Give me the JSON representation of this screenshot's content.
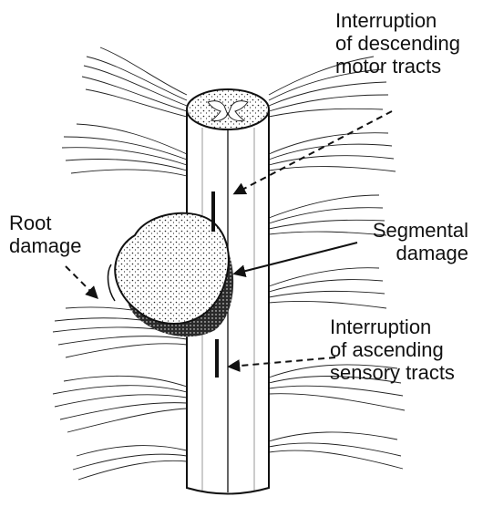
{
  "labels": {
    "descending": [
      "Interruption",
      "of descending",
      "motor tracts"
    ],
    "root": [
      "Root",
      "damage"
    ],
    "segmental": [
      "Segmental",
      "damage"
    ],
    "ascending": [
      "Interruption",
      "of ascending",
      "sensory tracts"
    ]
  },
  "colors": {
    "ink": "#111111",
    "paper": "#ffffff",
    "tumor_shade": "#1a1a1a"
  }
}
